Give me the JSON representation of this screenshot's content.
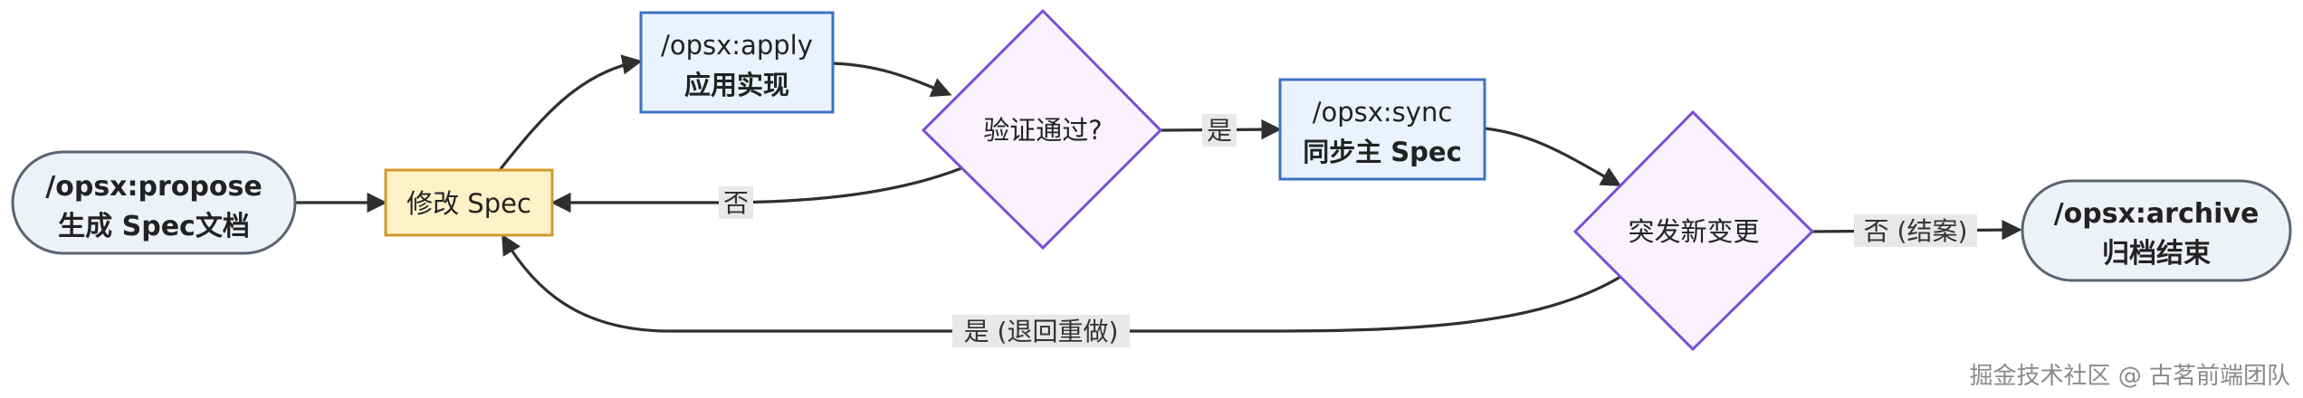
{
  "nodes": {
    "propose": {
      "line1": "/opsx:propose",
      "line2": "生成 Spec文档"
    },
    "modify": {
      "label": "修改 Spec"
    },
    "apply": {
      "line1": "/opsx:apply",
      "line2": "应用实现"
    },
    "verify": {
      "label": "验证通过?"
    },
    "sync": {
      "line1": "/opsx:sync",
      "line2": "同步主 Spec"
    },
    "change": {
      "label": "突发新变更"
    },
    "archive": {
      "line1": "/opsx:archive",
      "line2": "归档结束"
    }
  },
  "edges": {
    "verify_yes": "是",
    "verify_no": "否",
    "change_no": "否 (结案)",
    "change_yes": "是 (退回重做)"
  },
  "watermark": "掘金技术社区 @ 古茗前端团队",
  "colors": {
    "terminal_fill": "#eef2f7",
    "terminal_stroke": "#5a6472",
    "process_fill": "#eaf2fd",
    "process_stroke": "#3e72c4",
    "highlight_fill": "#fdf1c8",
    "highlight_stroke": "#d19a2a",
    "decision_fill": "#f7f2fd",
    "decision_stroke": "#7a4fd6"
  }
}
